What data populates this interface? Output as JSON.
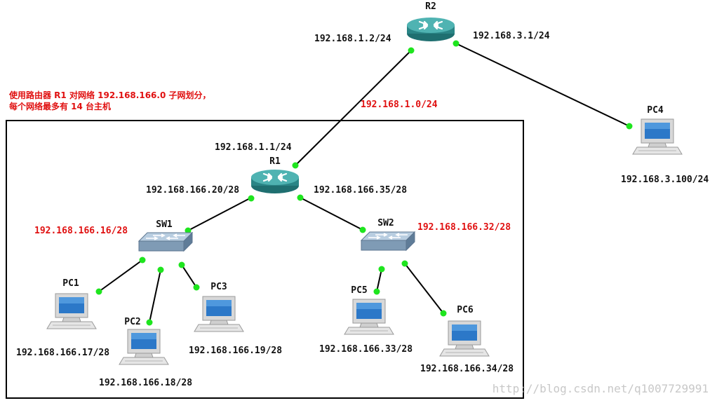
{
  "note": {
    "line1": "使用路由器 R1 对网络 192.168.166.0 子网划分，",
    "line2": "每个网络最多有 14 台主机"
  },
  "devices": {
    "r1": {
      "name": "R1",
      "type": "router-icon"
    },
    "r2": {
      "name": "R2",
      "type": "router-icon"
    },
    "sw1": {
      "name": "SW1",
      "type": "switch-icon"
    },
    "sw2": {
      "name": "SW2",
      "type": "switch-icon"
    },
    "pc1": {
      "name": "PC1",
      "type": "pc-icon"
    },
    "pc2": {
      "name": "PC2",
      "type": "pc-icon"
    },
    "pc3": {
      "name": "PC3",
      "type": "pc-icon"
    },
    "pc4": {
      "name": "PC4",
      "type": "pc-icon"
    },
    "pc5": {
      "name": "PC5",
      "type": "pc-icon"
    },
    "pc6": {
      "name": "PC6",
      "type": "pc-icon"
    }
  },
  "addresses": {
    "r2_left": "192.168.1.2/24",
    "r2_right": "192.168.3.1/24",
    "net_r1_r2": "192.168.1.0/24",
    "r1_up": "192.168.1.1/24",
    "r1_left": "192.168.166.20/28",
    "r1_right": "192.168.166.35/28",
    "net_sw1": "192.168.166.16/28",
    "net_sw2": "192.168.166.32/28",
    "pc1": "192.168.166.17/28",
    "pc2": "192.168.166.18/28",
    "pc3": "192.168.166.19/28",
    "pc4": "192.168.3.100/24",
    "pc5": "192.168.166.33/28",
    "pc6": "192.168.166.34/28"
  },
  "watermark": "http://blog.csdn.net/q1007729991",
  "colors": {
    "link_dot": "#1ee51e",
    "subnet_label": "#e01010",
    "router_body": "#2f8f8f",
    "switch_body": "#7f9bb5",
    "pc_screen": "#2c78c8"
  }
}
